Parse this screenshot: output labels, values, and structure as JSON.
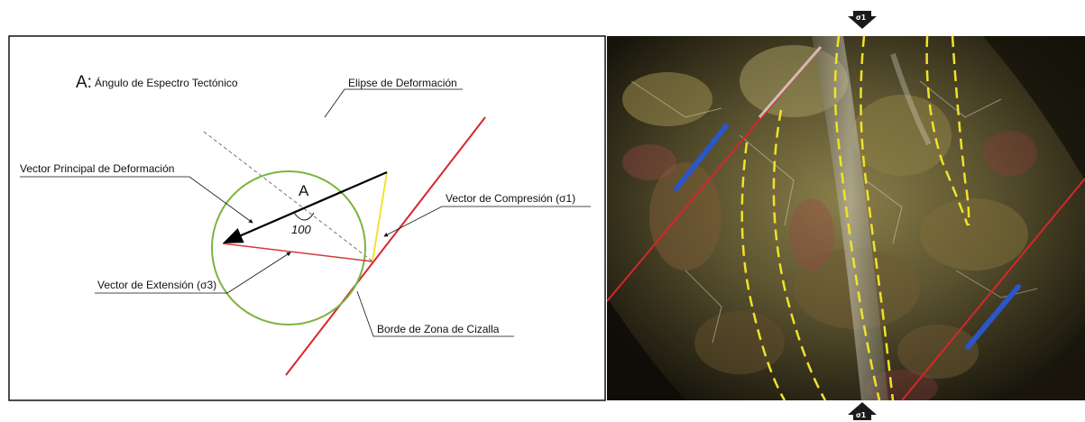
{
  "title_letter": "A:",
  "title_text": "Ángulo de Espectro Tectónico",
  "angle_letter": "A",
  "angle_value": "100",
  "labels": {
    "ellipse": "Elipse de Deformación",
    "principal_vector": "Vector Principal de Deformación",
    "compression_vector": "Vector de Compresión (σ1)",
    "extension_vector": "Vector de Extensión (σ3)",
    "shear_zone_border": "Borde de Zona de Cizalla"
  },
  "sigma_top": "σ1",
  "sigma_bottom": "σ1",
  "colors": {
    "ellipse": "#7cb342",
    "shear_border": "#d7262b",
    "compression": "#f2e01b",
    "extension": "#d23a3a",
    "principal": "#000000",
    "foliation": "#f0e22a",
    "kinematic_marker": "#2a56c6"
  }
}
